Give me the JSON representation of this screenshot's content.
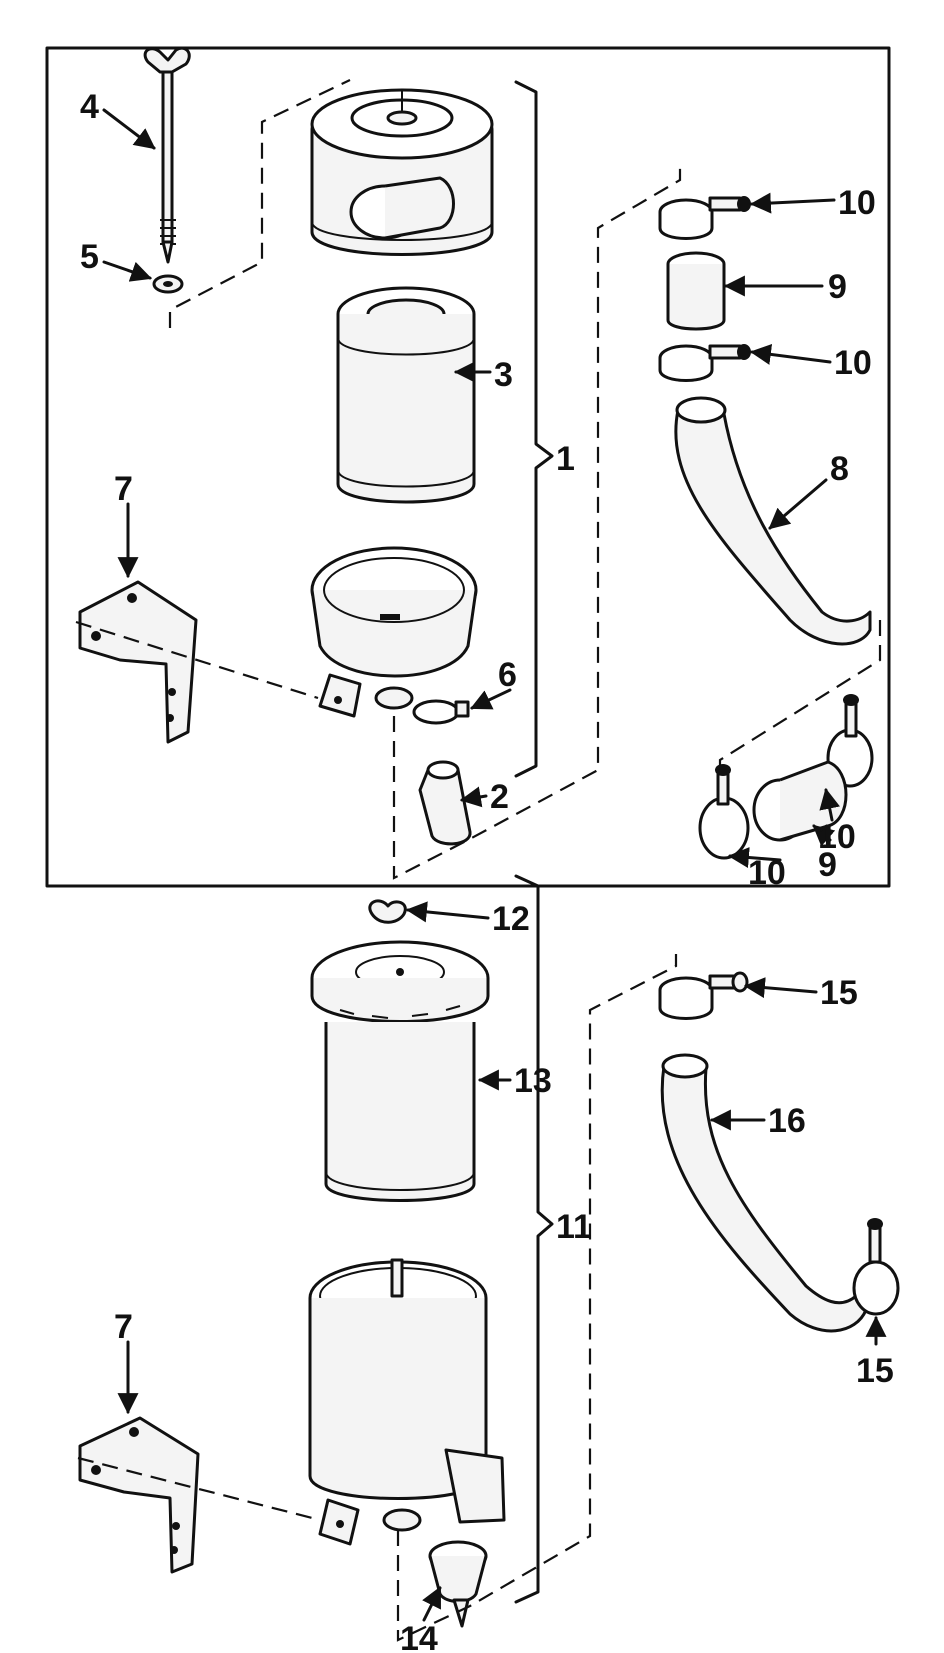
{
  "callouts": {
    "c1": "1",
    "c2": "2",
    "c3": "3",
    "c4": "4",
    "c5": "5",
    "c6": "6",
    "c7a": "7",
    "c7b": "7",
    "c8": "8",
    "c9a": "9",
    "c9b": "9",
    "c10a": "10",
    "c10b": "10",
    "c10c": "10",
    "c10d": "10",
    "c11": "11",
    "c12": "12",
    "c13": "13",
    "c14": "14",
    "c15a": "15",
    "c15b": "15",
    "c16": "16"
  },
  "colors": {
    "ink": "#111111",
    "paper": "#ffffff"
  }
}
